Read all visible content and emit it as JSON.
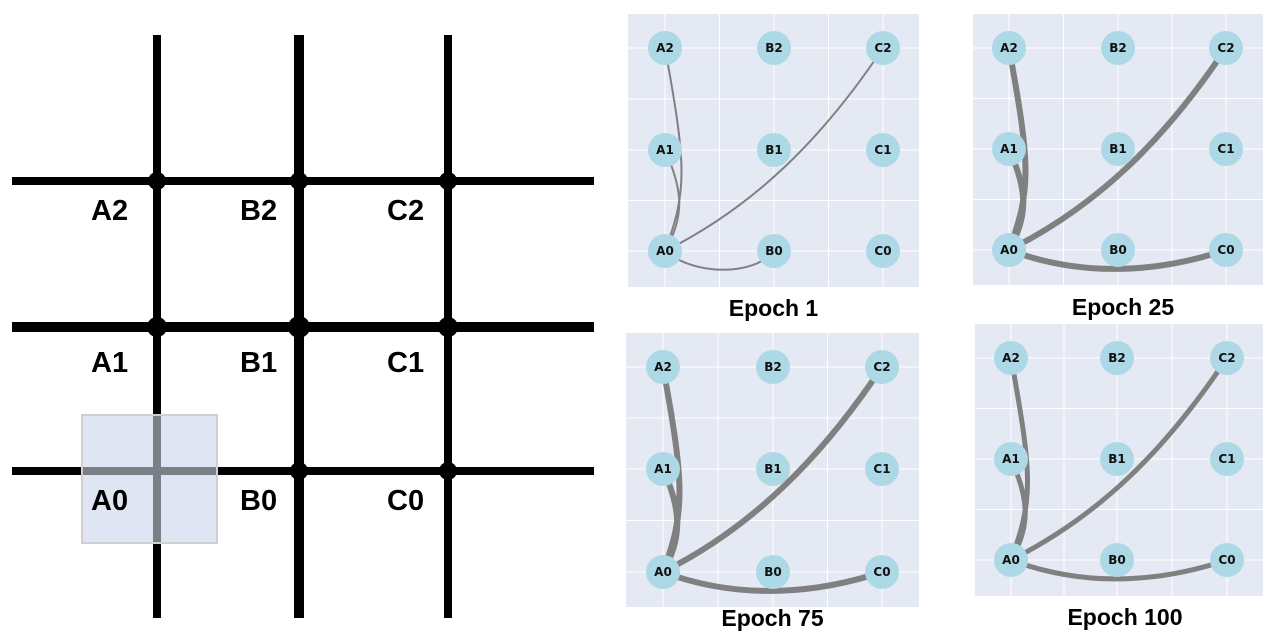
{
  "map": {
    "labels": [
      "A2",
      "B2",
      "C2",
      "A1",
      "B1",
      "C1",
      "A0",
      "B0",
      "C0"
    ],
    "highlighted": "A0",
    "road_color": "#000000",
    "highlight_color": "#dfe5f3"
  },
  "graph": {
    "node_color": "#add8e6",
    "edge_color": "#808080",
    "plot_bg": "#e4e9f4",
    "nodes": [
      "A2",
      "B2",
      "C2",
      "A1",
      "B1",
      "C1",
      "A0",
      "B0",
      "C0"
    ],
    "panels": [
      {
        "caption": "Epoch 1",
        "edges": [
          [
            "A0",
            "A2"
          ],
          [
            "A0",
            "A1"
          ],
          [
            "A0",
            "C2"
          ],
          [
            "A0",
            "B0"
          ]
        ],
        "weight": 1
      },
      {
        "caption": "Epoch 25",
        "edges": [
          [
            "A0",
            "A2"
          ],
          [
            "A0",
            "A1"
          ],
          [
            "A0",
            "C2"
          ],
          [
            "A0",
            "C0"
          ]
        ],
        "weight": 3
      },
      {
        "caption": "Epoch 75",
        "edges": [
          [
            "A0",
            "A2"
          ],
          [
            "A0",
            "A1"
          ],
          [
            "A0",
            "C2"
          ],
          [
            "A0",
            "C0"
          ]
        ],
        "weight": 3
      },
      {
        "caption": "Epoch 100",
        "edges": [
          [
            "A0",
            "A2"
          ],
          [
            "A0",
            "A1"
          ],
          [
            "A0",
            "C2"
          ],
          [
            "A0",
            "C0"
          ]
        ],
        "weight": 2.5
      }
    ]
  }
}
